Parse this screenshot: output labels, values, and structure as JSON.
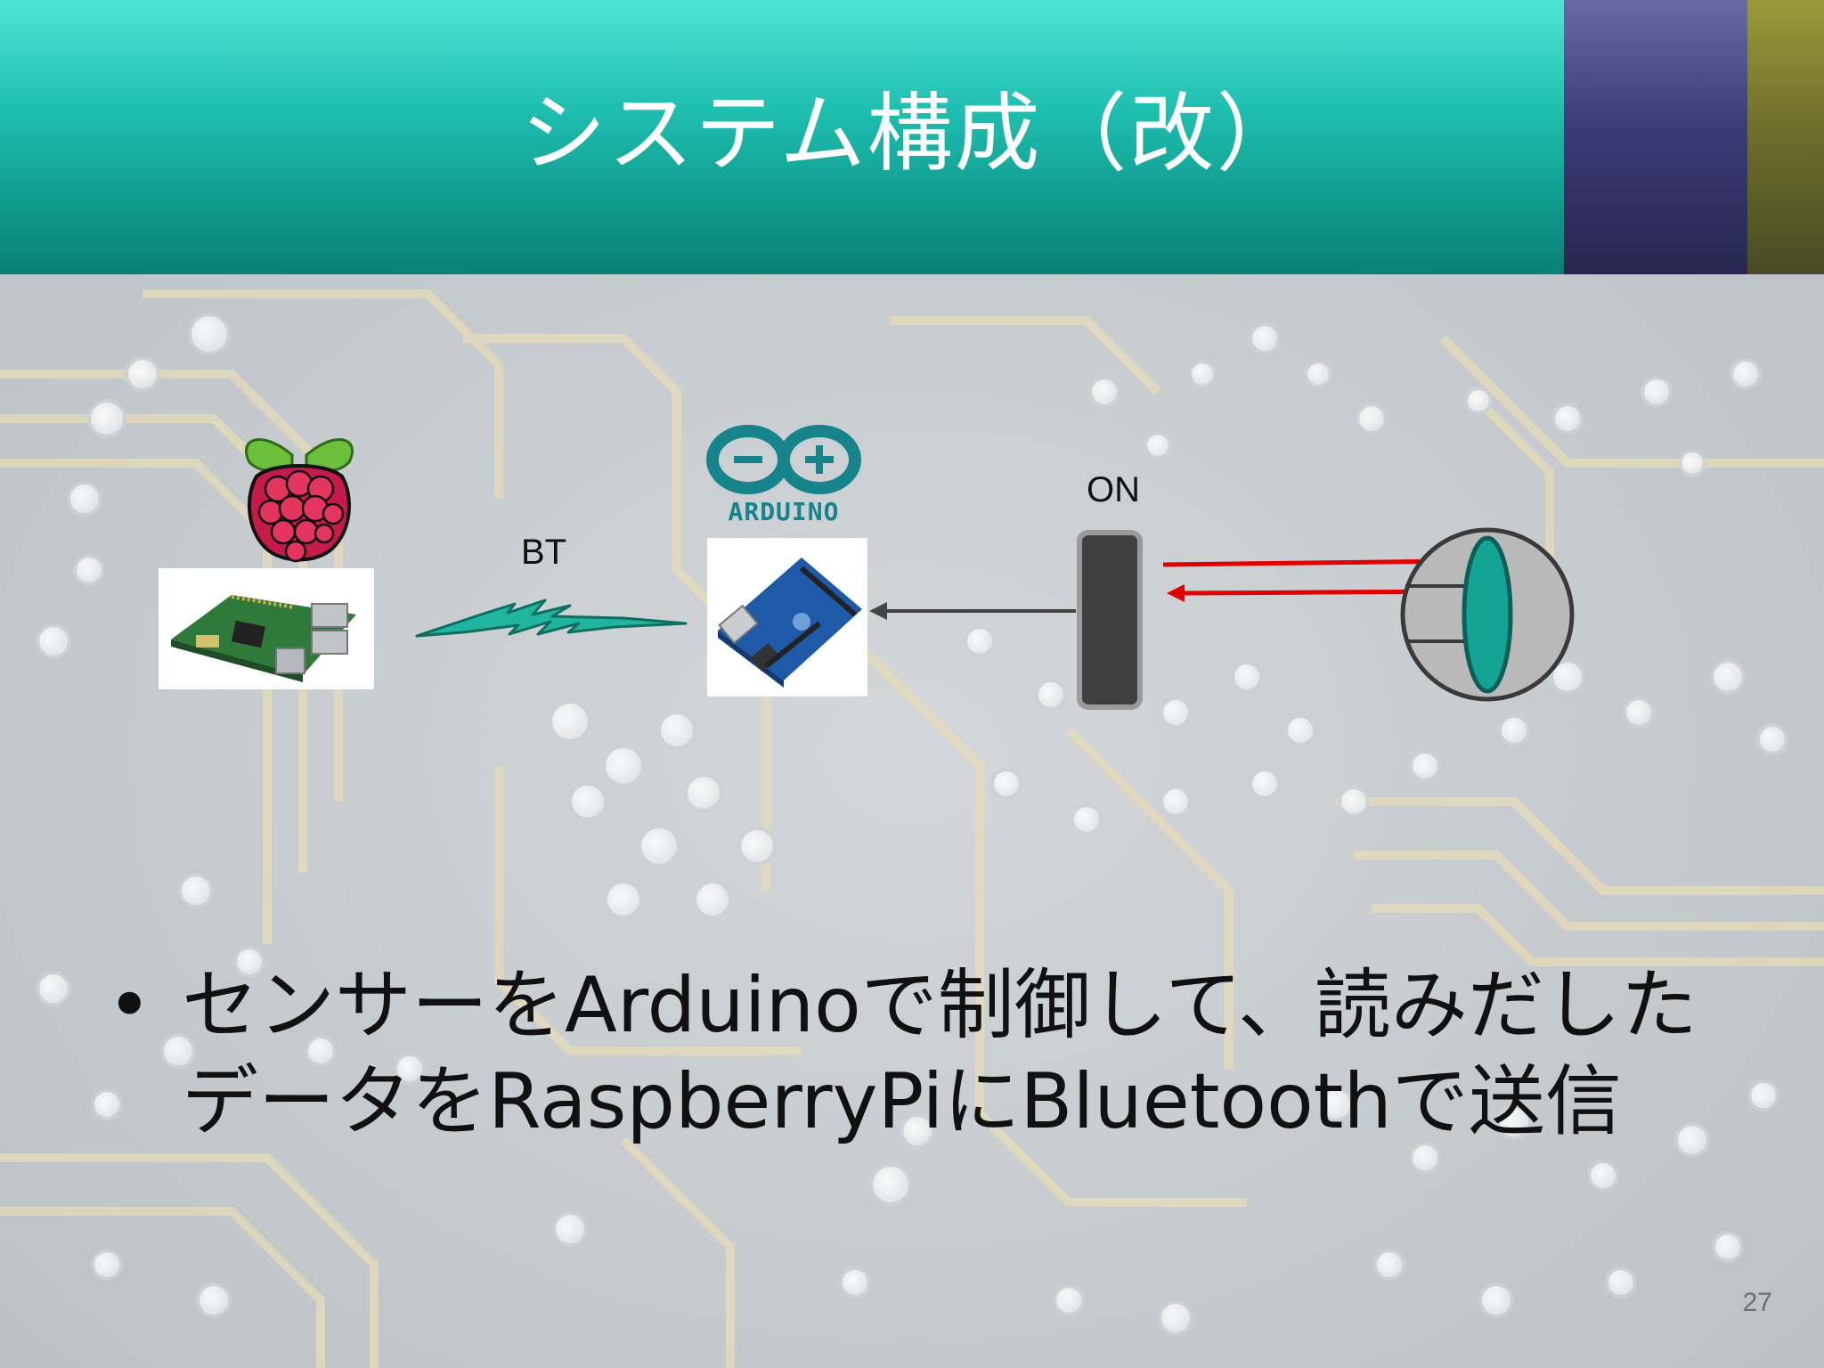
{
  "slide": {
    "title": "システム構成（改）",
    "page_number": "27"
  },
  "diagram": {
    "arduino_logo_text": "ARDUINO",
    "bt_label": "BT",
    "on_label": "ON",
    "colors": {
      "accent": "#1aa99a",
      "arrow_red": "#e00000",
      "arrow_dark": "#444444",
      "switch": "#3f3f3f"
    }
  },
  "bullets": [
    {
      "line1": "センサーをArduinoで制御して、読みだした",
      "line2": "データをRaspberryPiにBluetoothで送信"
    }
  ]
}
